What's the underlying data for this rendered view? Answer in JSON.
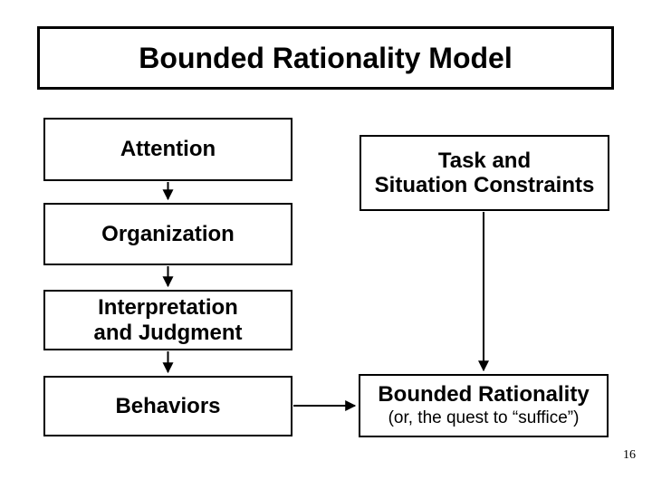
{
  "slide": {
    "title": "Bounded Rationality Model",
    "page_number": "16",
    "colors": {
      "background": "#ffffff",
      "line": "#000000",
      "text": "#000000"
    }
  },
  "boxes": {
    "attention": {
      "label": "Attention"
    },
    "organization": {
      "label": "Organization"
    },
    "interpretation": {
      "label": "Interpretation\nand Judgment"
    },
    "behaviors": {
      "label": "Behaviors"
    },
    "task_constraints": {
      "label": "Task and\nSituation Constraints"
    },
    "bounded_rationality": {
      "label": "Bounded Rationality",
      "sublabel": "(or, the quest to “suffice”)"
    }
  },
  "edges": [
    {
      "from": "attention",
      "to": "organization",
      "type": "arrow-down"
    },
    {
      "from": "organization",
      "to": "interpretation",
      "type": "arrow-down"
    },
    {
      "from": "interpretation",
      "to": "behaviors",
      "type": "arrow-down"
    },
    {
      "from": "behaviors",
      "to": "bounded_rationality",
      "type": "arrow-right"
    },
    {
      "from": "task_constraints",
      "to": "bounded_rationality",
      "type": "arrow-down"
    }
  ]
}
